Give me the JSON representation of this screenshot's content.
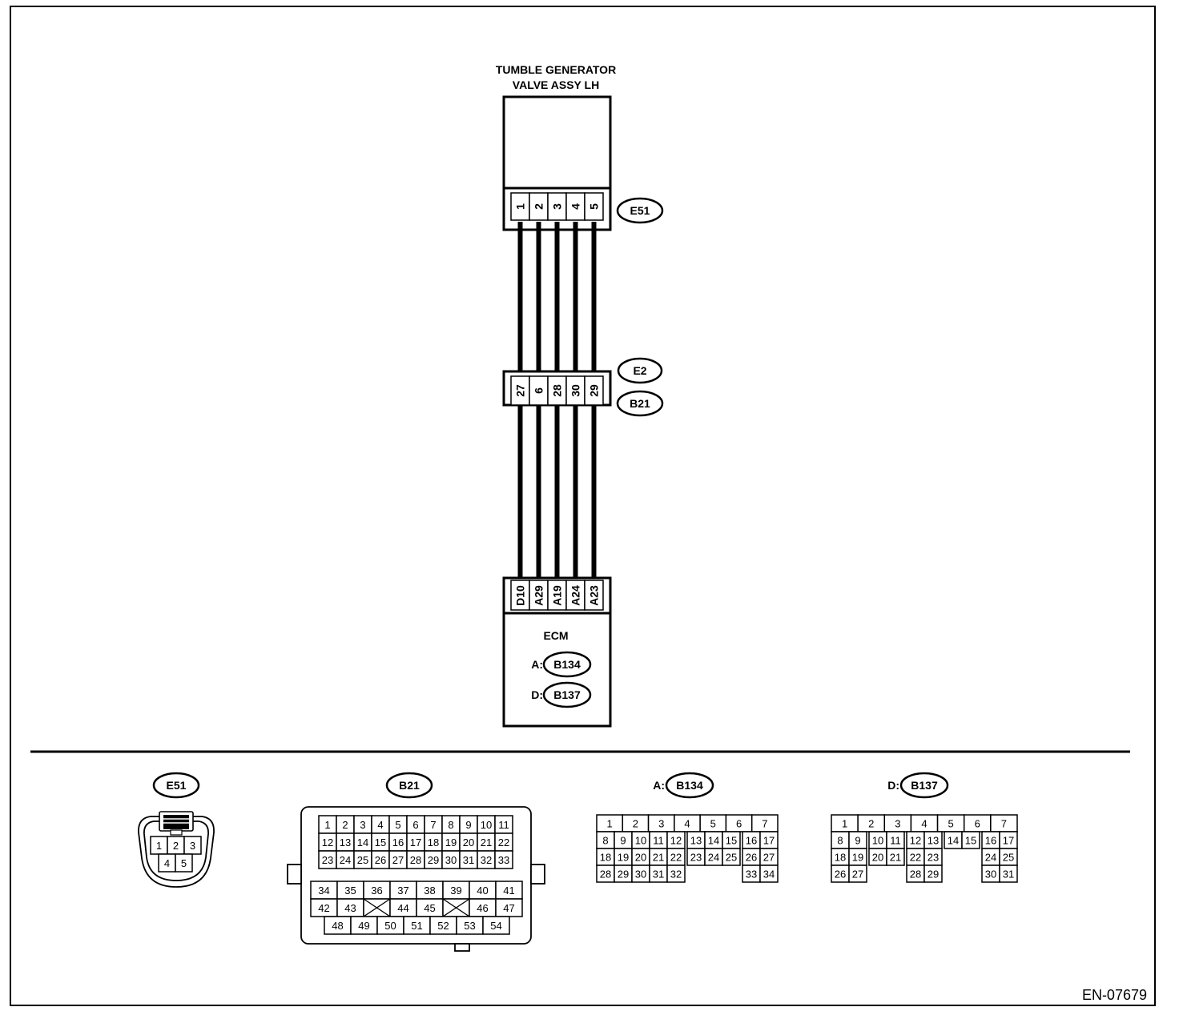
{
  "component_title_line1": "TUMBLE GENERATOR",
  "component_title_line2": "VALVE ASSY LH",
  "e51_pins": [
    "1",
    "2",
    "3",
    "4",
    "5"
  ],
  "e51_label": "E51",
  "e2_label": "E2",
  "b21_label": "B21",
  "b21_pins": [
    "27",
    "6",
    "28",
    "30",
    "29"
  ],
  "ecm_pins": [
    "D10",
    "A29",
    "A19",
    "A24",
    "A23"
  ],
  "ecm_title": "ECM",
  "ecm_connectors": [
    {
      "prefix": "A:",
      "label": "B134"
    },
    {
      "prefix": "D:",
      "label": "B137"
    }
  ],
  "connector_views": {
    "e51": {
      "label": "E51",
      "rows": [
        [
          "1",
          "2",
          "3"
        ],
        [
          "4",
          "5"
        ]
      ]
    },
    "b21": {
      "label": "B21",
      "upper_rows": [
        [
          "1",
          "2",
          "3",
          "4",
          "5",
          "6",
          "7",
          "8",
          "9",
          "10",
          "11"
        ],
        [
          "12",
          "13",
          "14",
          "15",
          "16",
          "17",
          "18",
          "19",
          "20",
          "21",
          "22"
        ],
        [
          "23",
          "24",
          "25",
          "26",
          "27",
          "28",
          "29",
          "30",
          "31",
          "32",
          "33"
        ]
      ],
      "lower_rows": [
        [
          "34",
          "35",
          "36",
          "37",
          "38",
          "39",
          "40",
          "41"
        ],
        [
          "42",
          "43",
          "",
          "44",
          "45",
          "",
          "46",
          "47"
        ],
        [
          "48",
          "49",
          "50",
          "51",
          "52",
          "53",
          "54"
        ]
      ]
    },
    "b134": {
      "prefix": "A:",
      "label": "B134",
      "top_row": [
        "1",
        "2",
        "3",
        "4",
        "5",
        "6",
        "7"
      ],
      "blocks": [
        [
          [
            "8",
            "9",
            "10",
            "11",
            "12"
          ],
          [
            "18",
            "19",
            "20",
            "21",
            "22"
          ],
          [
            "28",
            "29",
            "30",
            "31",
            "32"
          ]
        ],
        [
          [
            "13",
            "14",
            "15"
          ],
          [
            "23",
            "24",
            "25"
          ]
        ],
        [
          [
            "16",
            "17"
          ],
          [
            "26",
            "27"
          ],
          [
            "33",
            "34"
          ]
        ]
      ]
    },
    "b137": {
      "prefix": "D:",
      "label": "B137",
      "top_row": [
        "1",
        "2",
        "3",
        "4",
        "5",
        "6",
        "7"
      ],
      "blocks": [
        [
          [
            "8",
            "9"
          ],
          [
            "18",
            "19"
          ],
          [
            "26",
            "27"
          ]
        ],
        [
          [
            "10",
            "11"
          ],
          [
            "20",
            "21"
          ]
        ],
        [
          [
            "12",
            "13"
          ],
          [
            "22",
            "23"
          ],
          [
            "28",
            "29"
          ]
        ],
        [
          [
            "14",
            "15"
          ]
        ],
        [
          [
            "16",
            "17"
          ],
          [
            "24",
            "25"
          ],
          [
            "30",
            "31"
          ]
        ]
      ]
    }
  },
  "figure_code": "EN-07679"
}
